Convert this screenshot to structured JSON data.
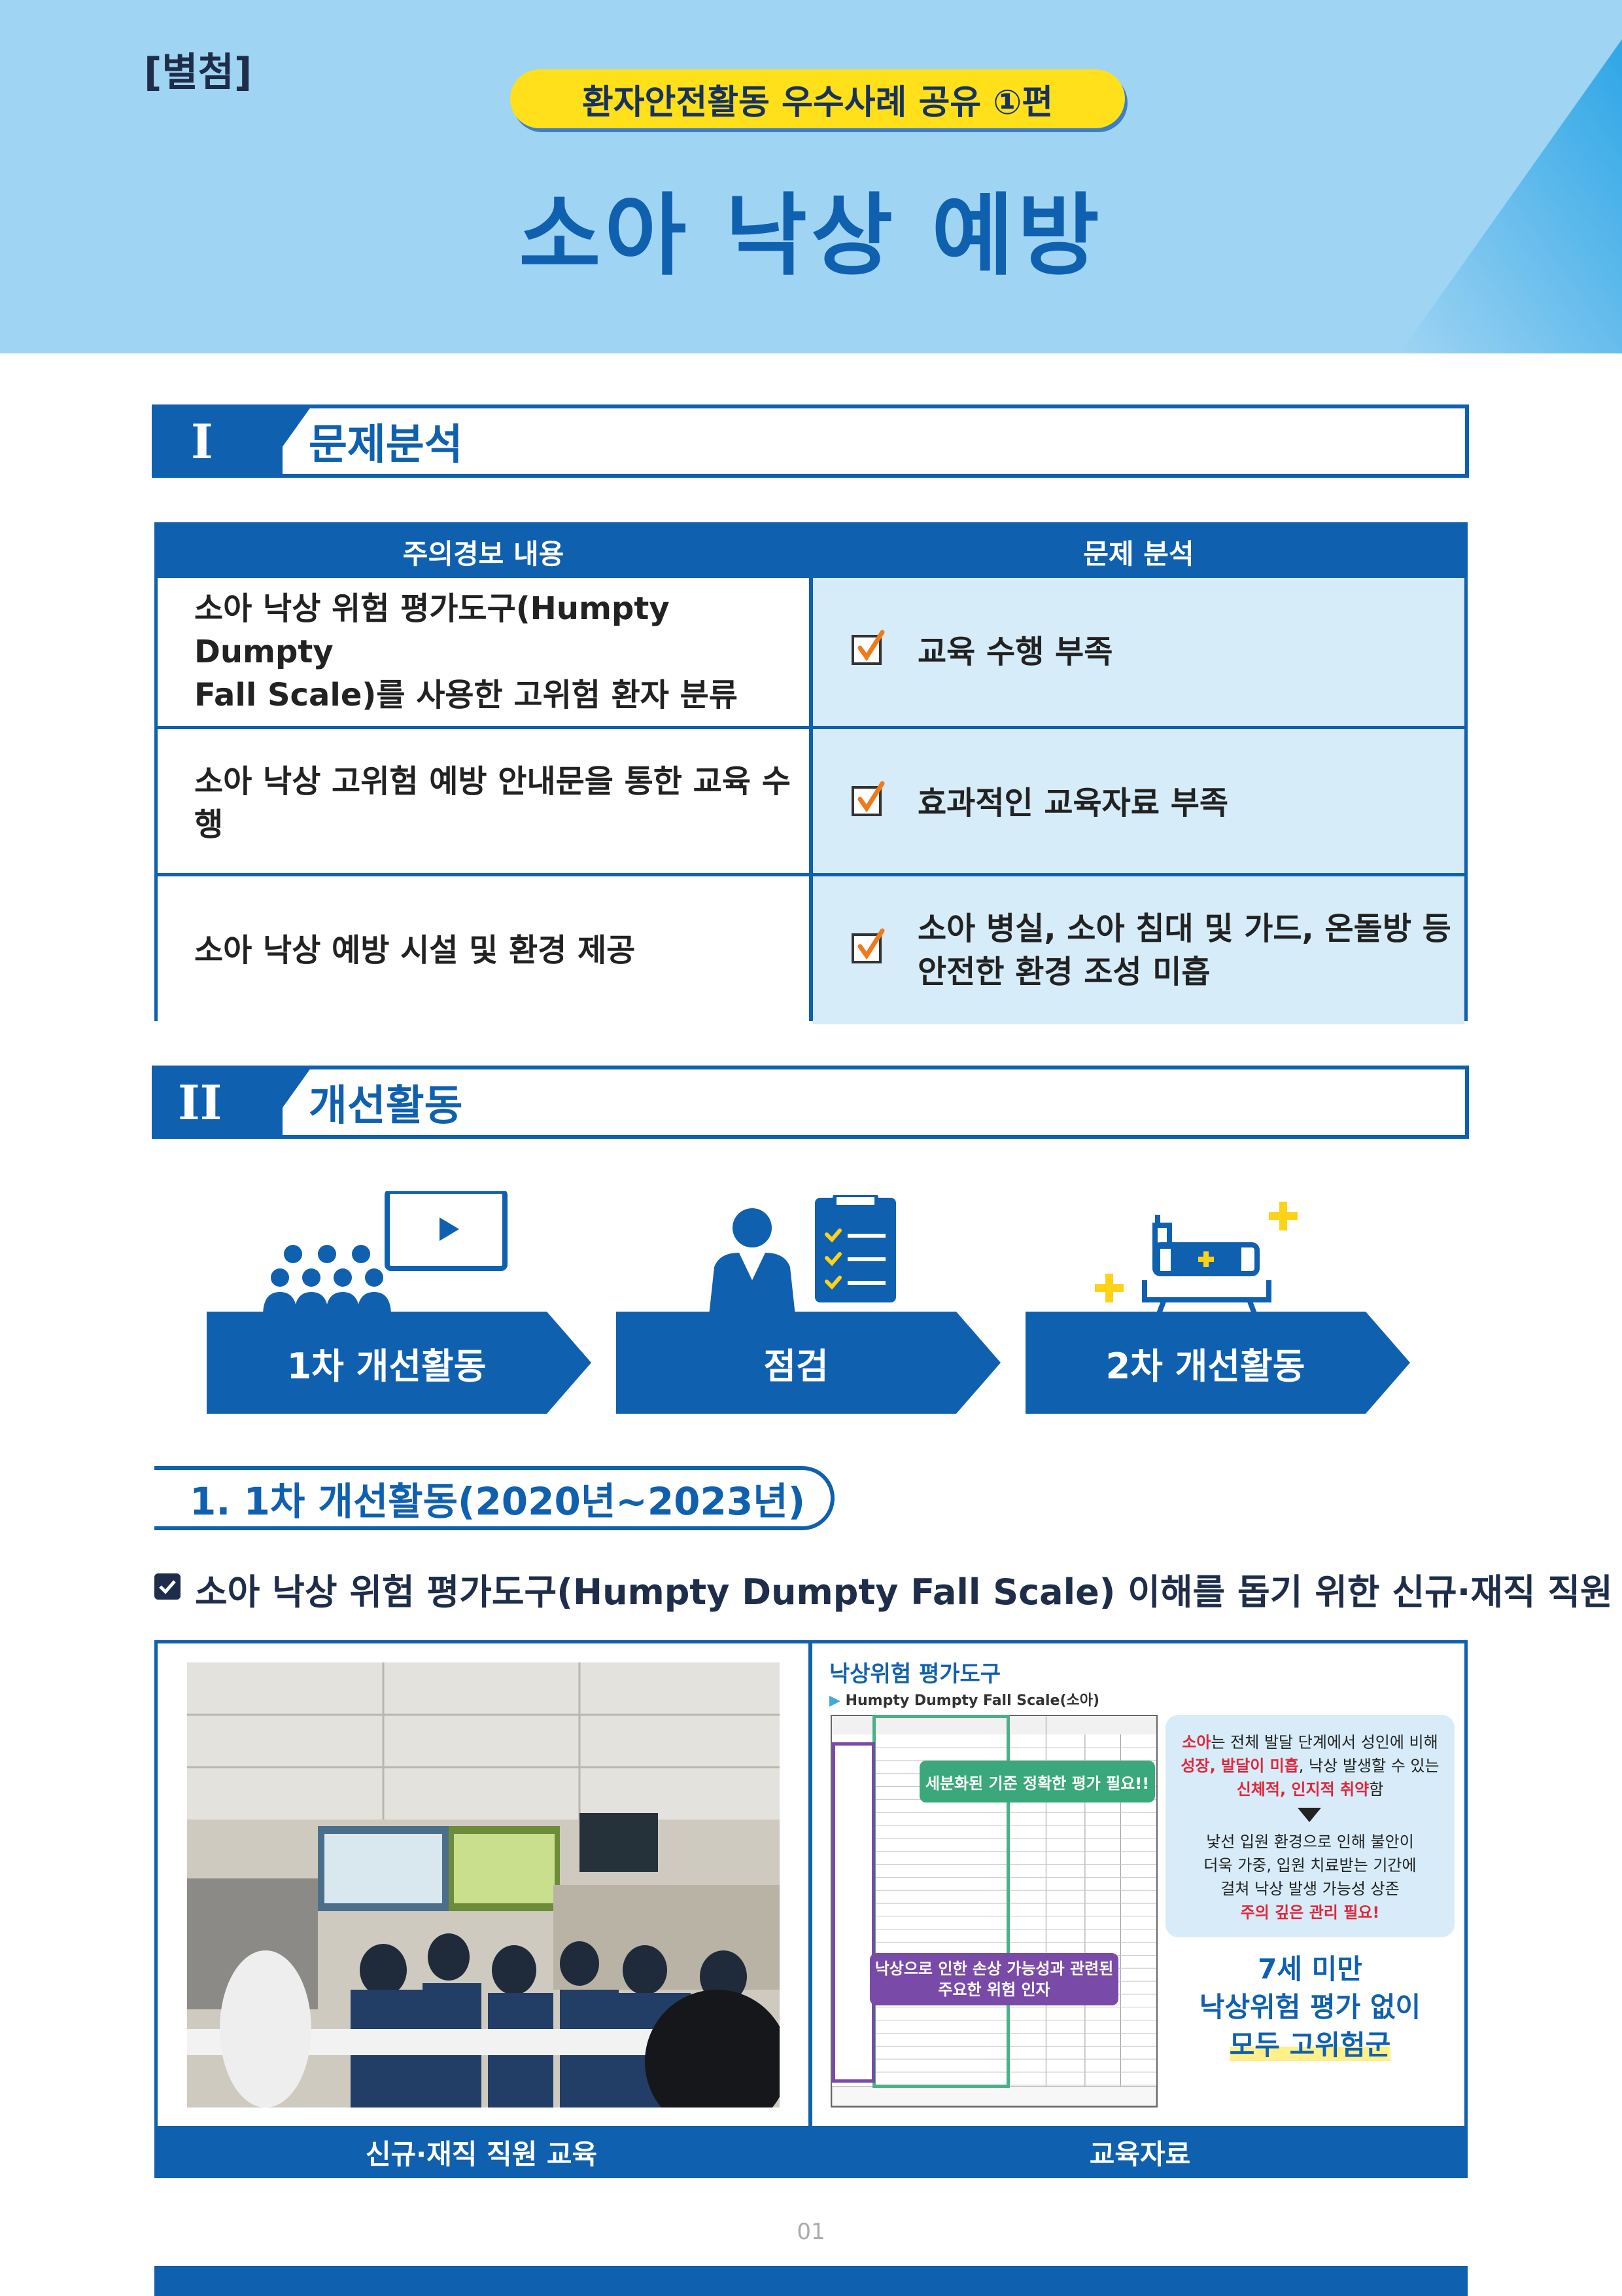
{
  "header": {
    "attachment_label": "[별첨]",
    "series_label": "환자안전활동 우수사례 공유 ①편",
    "title": "소아 낙상 예방"
  },
  "section1": {
    "number": "I",
    "title": "문제분석",
    "table": {
      "col_left": "주의경보 내용",
      "col_right": "문제 분석",
      "rows": [
        {
          "left_1": "소아 낙상 위험 평가도구(Humpty Dumpty",
          "left_2": "Fall Scale)를 사용한 고위험 환자 분류",
          "right_1": "교육 수행 부족",
          "right_2": ""
        },
        {
          "left_1": "소아 낙상 고위험 예방 안내문을 통한 교육 수행",
          "left_2": "",
          "right_1": "효과적인 교육자료 부족",
          "right_2": ""
        },
        {
          "left_1": "소아 낙상 예방 시설 및 환경 제공",
          "left_2": "",
          "right_1": "소아 병실, 소아 침대 및 가드, 온돌방 등",
          "right_2": "안전한 환경 조성 미흡"
        }
      ]
    }
  },
  "section2": {
    "number": "II",
    "title": "개선활동",
    "steps": [
      "1차 개선활동",
      "점검",
      "2차 개선활동"
    ]
  },
  "subsection": {
    "title": "1. 1차 개선활동(2020년~2023년)",
    "bullet": "소아 낙상 위험 평가도구(Humpty Dumpty Fall Scale) 이해를 돕기 위한 신규·재직 직원 교육"
  },
  "panel": {
    "left_caption": "신규·재직 직원 교육",
    "right_caption": "교육자료",
    "material": {
      "title": "낙상위험 평가도구",
      "subtitle": "Humpty Dumpty Fall Scale(소아)",
      "green_note": "세분화된 기준 정확한 평가 필요!!",
      "purple_note_1": "낙상으로 인한 손상 가능성과 관련된",
      "purple_note_2": "주요한 위험 인자",
      "info_1a": "소아",
      "info_1b": "는 전체 발달 단계에서 성인에 비해",
      "info_2a": "성장, 발달이 미흡",
      "info_2b": ", 낙상 발생할 수 있는",
      "info_3a": "신체적, 인지적 취약",
      "info_3b": "함",
      "info_4": "낯선 입원 환경으로 인해 불안이",
      "info_5": "더욱 가중, 입원 치료받는 기간에",
      "info_6": "걸쳐 낙상 발생 가능성 상존",
      "info_7": "주의 깊은 관리 필요!",
      "big_1": "7세 미만",
      "big_2": "낙상위험 평가 없이",
      "big_3": "모두 고위험군"
    }
  },
  "page_number": "01",
  "colors": {
    "primary": "#1060b0",
    "header_bg": "#9fd4f3",
    "pill": "#ffe01b",
    "cell_bg": "#d6ecf8",
    "check": "#f07a1a"
  }
}
